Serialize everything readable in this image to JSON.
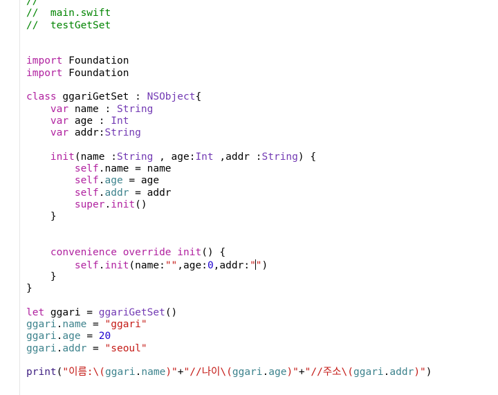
{
  "editor": {
    "lines": [
      [
        {
          "t": "//",
          "c": "cm"
        }
      ],
      [
        {
          "t": "//  main.swift",
          "c": "cm"
        }
      ],
      [
        {
          "t": "//  testGetSet",
          "c": "cm"
        }
      ],
      [],
      [],
      [
        {
          "t": "import",
          "c": "kw"
        },
        {
          "t": " Foundation",
          "c": "pl"
        }
      ],
      [
        {
          "t": "import",
          "c": "kw"
        },
        {
          "t": " Foundation",
          "c": "pl"
        }
      ],
      [],
      [
        {
          "t": "class",
          "c": "kw"
        },
        {
          "t": " ggariGetSet : ",
          "c": "pl"
        },
        {
          "t": "NSObject",
          "c": "ty"
        },
        {
          "t": "{",
          "c": "pl"
        }
      ],
      [
        {
          "t": "    ",
          "c": "pl"
        },
        {
          "t": "var",
          "c": "kw"
        },
        {
          "t": " name : ",
          "c": "pl"
        },
        {
          "t": "String",
          "c": "ty"
        }
      ],
      [
        {
          "t": "    ",
          "c": "pl"
        },
        {
          "t": "var",
          "c": "kw"
        },
        {
          "t": " age : ",
          "c": "pl"
        },
        {
          "t": "Int",
          "c": "ty"
        }
      ],
      [
        {
          "t": "    ",
          "c": "pl"
        },
        {
          "t": "var",
          "c": "kw"
        },
        {
          "t": " addr:",
          "c": "pl"
        },
        {
          "t": "String",
          "c": "ty"
        }
      ],
      [],
      [
        {
          "t": "    ",
          "c": "pl"
        },
        {
          "t": "init",
          "c": "kw"
        },
        {
          "t": "(name :",
          "c": "pl"
        },
        {
          "t": "String",
          "c": "ty"
        },
        {
          "t": " , age:",
          "c": "pl"
        },
        {
          "t": "Int",
          "c": "ty"
        },
        {
          "t": " ,addr :",
          "c": "pl"
        },
        {
          "t": "String",
          "c": "ty"
        },
        {
          "t": ") {",
          "c": "pl"
        }
      ],
      [
        {
          "t": "        ",
          "c": "pl"
        },
        {
          "t": "self",
          "c": "kw"
        },
        {
          "t": ".name = name",
          "c": "pl"
        }
      ],
      [
        {
          "t": "        ",
          "c": "pl"
        },
        {
          "t": "self",
          "c": "kw"
        },
        {
          "t": ".",
          "c": "pl"
        },
        {
          "t": "age",
          "c": "pr"
        },
        {
          "t": " = age",
          "c": "pl"
        }
      ],
      [
        {
          "t": "        ",
          "c": "pl"
        },
        {
          "t": "self",
          "c": "kw"
        },
        {
          "t": ".",
          "c": "pl"
        },
        {
          "t": "addr",
          "c": "pr"
        },
        {
          "t": " = addr",
          "c": "pl"
        }
      ],
      [
        {
          "t": "        ",
          "c": "pl"
        },
        {
          "t": "super",
          "c": "kw"
        },
        {
          "t": ".",
          "c": "pl"
        },
        {
          "t": "init",
          "c": "kw"
        },
        {
          "t": "()",
          "c": "pl"
        }
      ],
      [
        {
          "t": "    }",
          "c": "pl"
        }
      ],
      [],
      [],
      [
        {
          "t": "    ",
          "c": "pl"
        },
        {
          "t": "convenience",
          "c": "kw"
        },
        {
          "t": " ",
          "c": "pl"
        },
        {
          "t": "override",
          "c": "kw"
        },
        {
          "t": " ",
          "c": "pl"
        },
        {
          "t": "init",
          "c": "kw"
        },
        {
          "t": "() {",
          "c": "pl"
        }
      ],
      [
        {
          "t": "        ",
          "c": "pl"
        },
        {
          "t": "self",
          "c": "kw"
        },
        {
          "t": ".",
          "c": "pl"
        },
        {
          "t": "init",
          "c": "kw"
        },
        {
          "t": "(name:",
          "c": "pl"
        },
        {
          "t": "\"\"",
          "c": "st"
        },
        {
          "t": ",age:",
          "c": "pl"
        },
        {
          "t": "0",
          "c": "nu"
        },
        {
          "t": ",addr:",
          "c": "pl"
        },
        {
          "t": "\"",
          "c": "st"
        },
        {
          "cursor": true
        },
        {
          "t": "\"",
          "c": "st"
        },
        {
          "t": ")",
          "c": "pl"
        }
      ],
      [
        {
          "t": "    }",
          "c": "pl"
        }
      ],
      [
        {
          "t": "}",
          "c": "pl"
        }
      ],
      [],
      [
        {
          "t": "let",
          "c": "kw"
        },
        {
          "t": " ggari = ",
          "c": "pl"
        },
        {
          "t": "ggariGetSet",
          "c": "ty"
        },
        {
          "t": "()",
          "c": "pl"
        }
      ],
      [
        {
          "t": "ggari",
          "c": "pr"
        },
        {
          "t": ".",
          "c": "pl"
        },
        {
          "t": "name",
          "c": "pr"
        },
        {
          "t": " = ",
          "c": "pl"
        },
        {
          "t": "\"ggari\"",
          "c": "st"
        }
      ],
      [
        {
          "t": "ggari",
          "c": "pr"
        },
        {
          "t": ".",
          "c": "pl"
        },
        {
          "t": "age",
          "c": "pr"
        },
        {
          "t": " = ",
          "c": "pl"
        },
        {
          "t": "20",
          "c": "nu"
        }
      ],
      [
        {
          "t": "ggari",
          "c": "pr"
        },
        {
          "t": ".",
          "c": "pl"
        },
        {
          "t": "addr",
          "c": "pr"
        },
        {
          "t": " = ",
          "c": "pl"
        },
        {
          "t": "\"seoul\"",
          "c": "st"
        }
      ],
      [],
      [
        {
          "t": "print",
          "c": "fn"
        },
        {
          "t": "(",
          "c": "pl"
        },
        {
          "t": "\"이름:\\(",
          "c": "st"
        },
        {
          "t": "ggari",
          "c": "pr"
        },
        {
          "t": ".",
          "c": "pl"
        },
        {
          "t": "name",
          "c": "pr"
        },
        {
          "t": ")\"",
          "c": "st"
        },
        {
          "t": "+",
          "c": "pl"
        },
        {
          "t": "\"//나이\\(",
          "c": "st"
        },
        {
          "t": "ggari",
          "c": "pr"
        },
        {
          "t": ".",
          "c": "pl"
        },
        {
          "t": "age",
          "c": "pr"
        },
        {
          "t": ")\"",
          "c": "st"
        },
        {
          "t": "+",
          "c": "pl"
        },
        {
          "t": "\"//주소\\(",
          "c": "st"
        },
        {
          "t": "ggari",
          "c": "pr"
        },
        {
          "t": ".",
          "c": "pl"
        },
        {
          "t": "addr",
          "c": "pr"
        },
        {
          "t": ")\"",
          "c": "st"
        },
        {
          "t": ")",
          "c": "pl"
        }
      ]
    ]
  },
  "colors": {
    "comment": "#008400",
    "keyword": "#b0219f",
    "type": "#7239b3",
    "property": "#3c828c",
    "function": "#3d1d81",
    "string": "#c41a16",
    "number": "#1c00cf",
    "plain": "#000000",
    "background": "#ffffff"
  }
}
